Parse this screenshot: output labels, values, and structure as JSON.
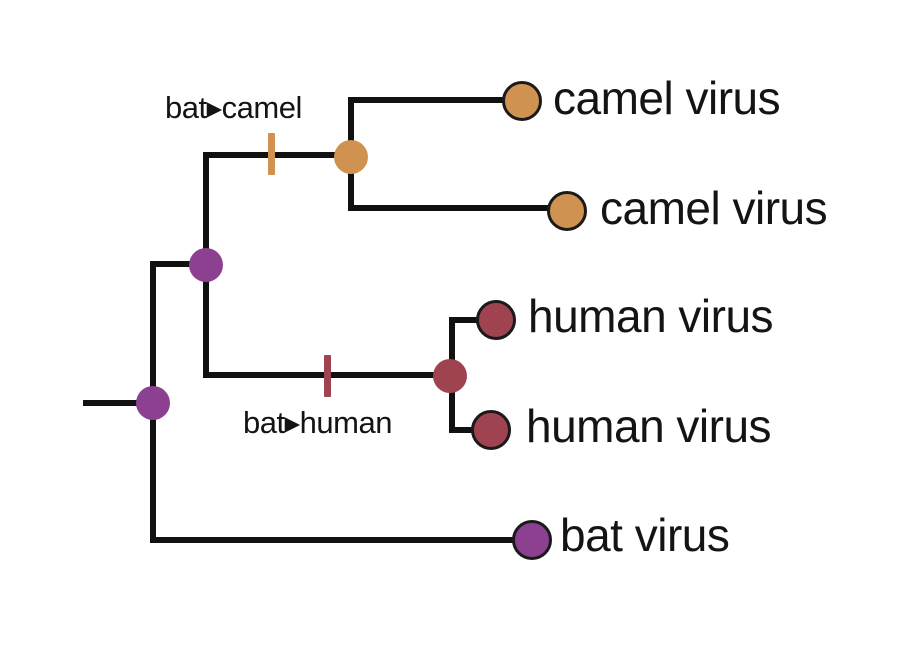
{
  "colors": {
    "bat": "#8c4190",
    "camel": "#d09250",
    "human": "#a04351",
    "line": "#111111",
    "background": "#ffffff"
  },
  "tree": {
    "type": "phylogeny",
    "root_host": "bat",
    "newick_like": "(((camel virus, camel virus)bat>camel, (human virus, human virus)bat>human), bat virus)",
    "clades": [
      {
        "transition": "bat▸camel",
        "host": "camel",
        "tips": [
          "camel virus",
          "camel virus"
        ]
      },
      {
        "transition": "bat▸human",
        "host": "human",
        "tips": [
          "human virus",
          "human virus"
        ]
      },
      {
        "transition": null,
        "host": "bat",
        "tips": [
          "bat virus"
        ]
      }
    ]
  },
  "labels": {
    "tips": {
      "camel_1": "camel virus",
      "camel_2": "camel virus",
      "human_1": "human virus",
      "human_2": "human virus",
      "bat": "bat virus"
    },
    "transitions": {
      "bat_to_camel": "bat▸camel",
      "bat_to_human": "bat▸human"
    }
  }
}
